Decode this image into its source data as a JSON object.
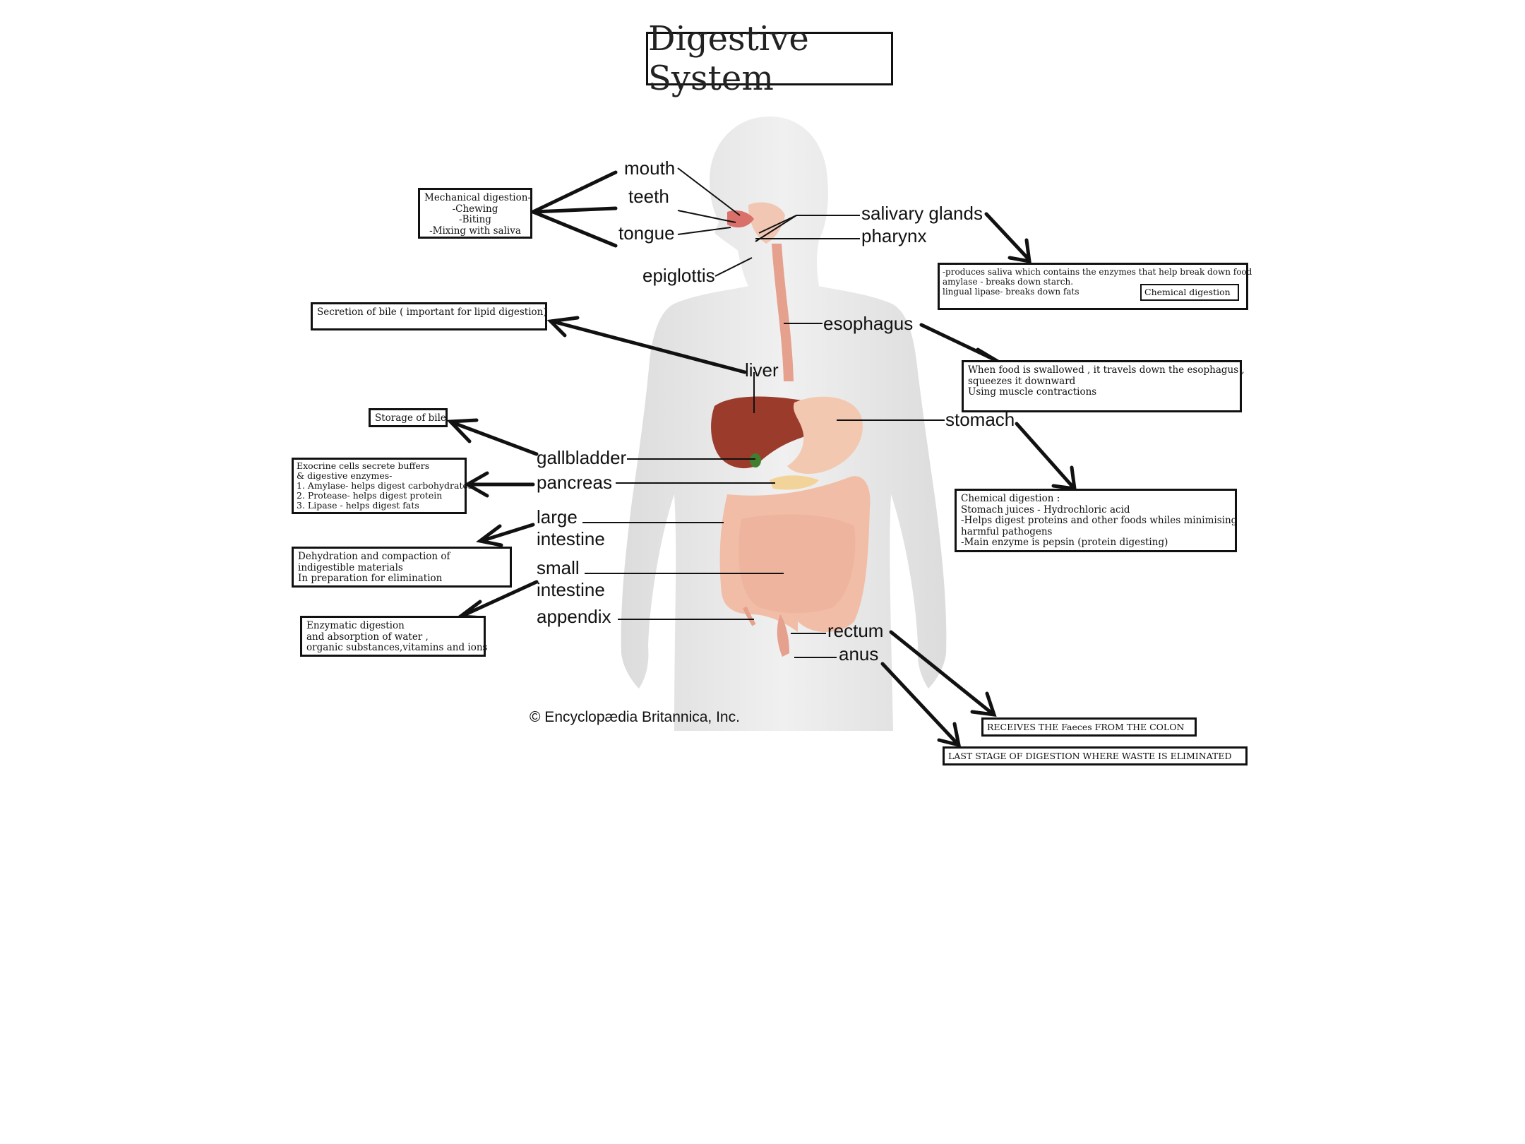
{
  "title": "Digestive System",
  "copyright": "© Encyclopædia Britannica, Inc.",
  "labels": {
    "mouth": "mouth",
    "teeth": "teeth",
    "tongue": "tongue",
    "salivary_glands": "salivary glands",
    "pharynx": "pharynx",
    "epiglottis": "epiglottis",
    "esophagus": "esophagus",
    "liver": "liver",
    "stomach": "stomach",
    "gallbladder": "gallbladder",
    "pancreas": "pancreas",
    "large_intestine_1": "large",
    "large_intestine_2": "intestine",
    "small_intestine_1": "small",
    "small_intestine_2": "intestine",
    "appendix": "appendix",
    "rectum": "rectum",
    "anus": "anus"
  },
  "notes": {
    "mechanical": [
      "Mechanical digestion-",
      "-Chewing",
      "-Biting",
      "-Mixing with saliva"
    ],
    "bile_secretion": [
      "Secretion of bile ( important for lipid digestion)"
    ],
    "bile_storage": [
      "Storage of bile"
    ],
    "pancreas": [
      "Exocrine cells secrete buffers",
      "& digestive enzymes-",
      "1. Amylase- helps digest carbohydrates",
      "2. Protease- helps digest protein",
      "3. Lipase - helps digest  fats"
    ],
    "large_intestine": [
      "Dehydration  and compaction  of",
      "indigestible  materials",
      "In preparation for elimination"
    ],
    "small_intestine": [
      "Enzymatic digestion",
      "and absorption of water ,",
      "organic substances,vitamins and ions"
    ],
    "salivary": [
      "-produces saliva which contains the enzymes that help break down food",
      " amylase -  breaks down starch.",
      "lingual lipase- breaks down  fats"
    ],
    "salivary_chemical": "Chemical digestion",
    "esophagus": [
      "When food is swallowed , it travels down the esophagus  ,",
      "squeezes it  downward",
      "Using muscle contractions"
    ],
    "stomach": [
      "Chemical digestion :",
      "Stomach juices - Hydrochloric acid",
      "-Helps digest proteins and other foods whiles minimising",
      "harmful pathogens",
      "-Main enzyme is pepsin (protein digesting)"
    ],
    "rectum": "RECEIVES THE Faeces FROM  THE COLON",
    "anus": "LAST STAGE OF DIGESTION WHERE WASTE IS ELIMINATED"
  },
  "colors": {
    "body": "#e9e9e9",
    "liver": "#9b3b2c",
    "stomach": "#f3c8b0",
    "intestine": "#f1bda7",
    "esophagus": "#e6a08e",
    "gallbladder": "#3f7f2f",
    "line": "#111111"
  }
}
